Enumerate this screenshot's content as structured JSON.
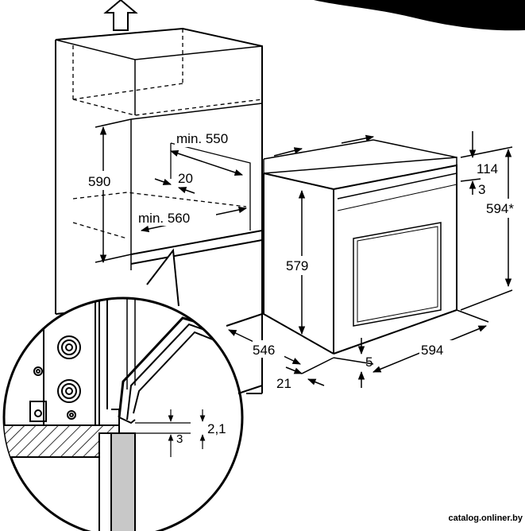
{
  "dimensions": {
    "min_550": "min. 550",
    "d_590": "590",
    "d_20": "20",
    "min_560": "min. 560",
    "d_579": "579",
    "d_114": "114",
    "d_3_top": "3",
    "d_594_height": "594*",
    "d_546": "546",
    "d_21": "21",
    "d_5": "5",
    "d_594_width": "594",
    "d_2_1": "2,1",
    "d_3_detail": "3"
  },
  "watermark": "catalog.onliner.by",
  "icons": {
    "airflow": "up-arrow-icon"
  },
  "colors": {
    "line": "#000000",
    "background": "#ffffff",
    "hatch_fill": "#ffffff",
    "wall_fill": "#c8c8c8"
  }
}
